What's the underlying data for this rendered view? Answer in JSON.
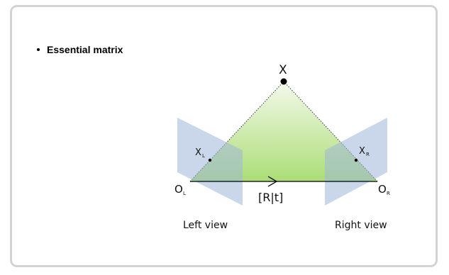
{
  "bullet": {
    "text": "Essential matrix"
  },
  "diagram": {
    "point_label": "X",
    "left_projection_label": "X",
    "left_projection_sub": "L",
    "right_projection_label": "X",
    "right_projection_sub": "R",
    "left_center_label": "O",
    "left_center_sub": "L",
    "right_center_label": "O",
    "right_center_sub": "R",
    "transform_label": "[R|t]",
    "left_view_label": "Left view",
    "right_view_label": "Right view"
  },
  "colors": {
    "image_plane": "#b7c8e0",
    "triangle_top": "#eef6de",
    "triangle_bottom": "#a9dc73",
    "border": "#d3d3d3"
  }
}
